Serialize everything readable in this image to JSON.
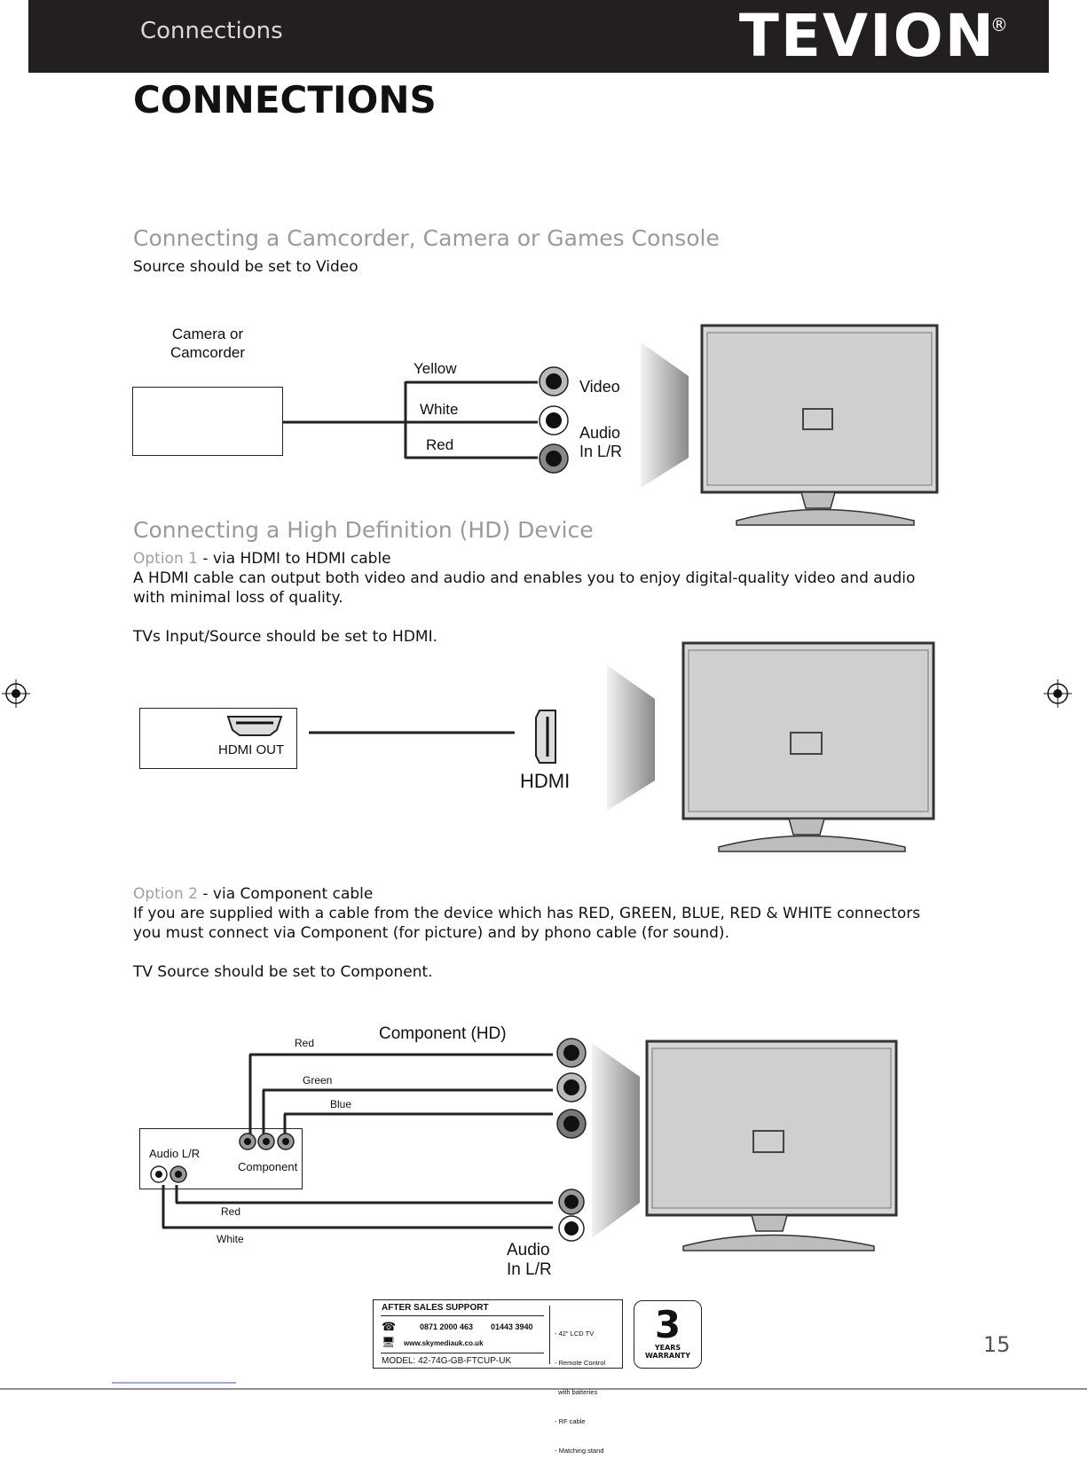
{
  "header": {
    "label": "Connections",
    "brand": "TEVION",
    "registered": "®"
  },
  "page_title": "CONNECTIONS",
  "section1": {
    "title": "Connecting a Camcorder, Camera or Games Console",
    "subtitle": "Source should be set to Video",
    "device_label_line1": "Camera or",
    "device_label_line2": "Camcorder",
    "cables": [
      "Yellow",
      "White",
      "Red"
    ],
    "port_video": "Video",
    "port_audio_line1": "Audio",
    "port_audio_line2": "In L/R"
  },
  "section2": {
    "title": "Connecting a High Definition (HD) Device",
    "option1_prefix": "Option 1",
    "option1_text": " - via HDMI to HDMI cable",
    "option1_desc": "A HDMI cable can output both video and audio and enables you to enjoy digital-quality video and audio with minimal loss of quality.",
    "option1_source": "TVs Input/Source should be set to HDMI.",
    "hdmi_out": "HDMI OUT",
    "hdmi": "HDMI",
    "option2_prefix": "Option 2",
    "option2_text": " - via Component cable",
    "option2_desc": "If you are supplied with a cable from the device which has RED, GREEN, BLUE, RED & WHITE connectors you must connect via Component (for picture) and by phono cable (for sound).",
    "option2_source": "TV Source should be set to Component.",
    "component_hd": "Component (HD)",
    "component_cables": [
      "Red",
      "Green",
      "Blue"
    ],
    "audio_cables": [
      "Red",
      "White"
    ],
    "audio_lr": "Audio L/R",
    "component": "Component",
    "audio_port_line1": "Audio",
    "audio_port_line2": "In L/R"
  },
  "footer": {
    "support_title": "AFTER SALES SUPPORT",
    "phone1": "0871 2000 463",
    "phone2": "01443 3940",
    "website": "www.skymediauk.co.uk",
    "model": "MODEL: 42-74G-GB-FTCUP-UK",
    "items": [
      "- 42\" LCD TV",
      "- Remote Control",
      "  with batteries",
      "- RF cable",
      "- Matching stand"
    ],
    "warranty_number": "3",
    "warranty_line1": "YEARS",
    "warranty_line2": "WARRANTY"
  },
  "page_number": "15"
}
